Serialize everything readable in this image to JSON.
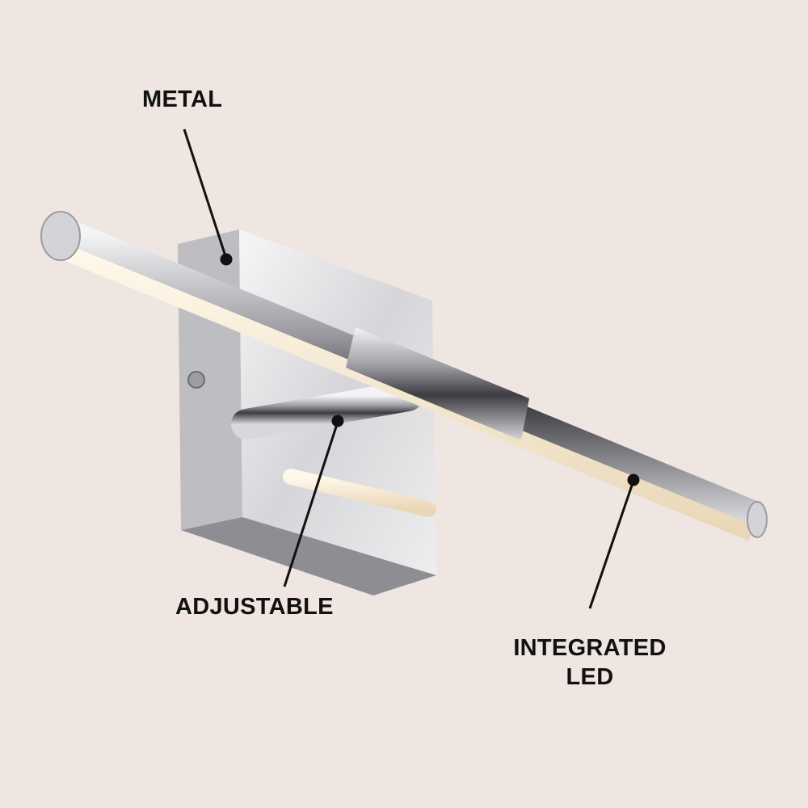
{
  "callouts": {
    "metal": "METAL",
    "adjustable": "ADJUSTABLE",
    "integrated_led_line1": "INTEGRATED",
    "integrated_led_line2": "LED"
  },
  "colors": {
    "background": "#efe6e1",
    "chrome": "#c9c9cc",
    "led_glow": "#fbf1de",
    "text": "#111111"
  }
}
